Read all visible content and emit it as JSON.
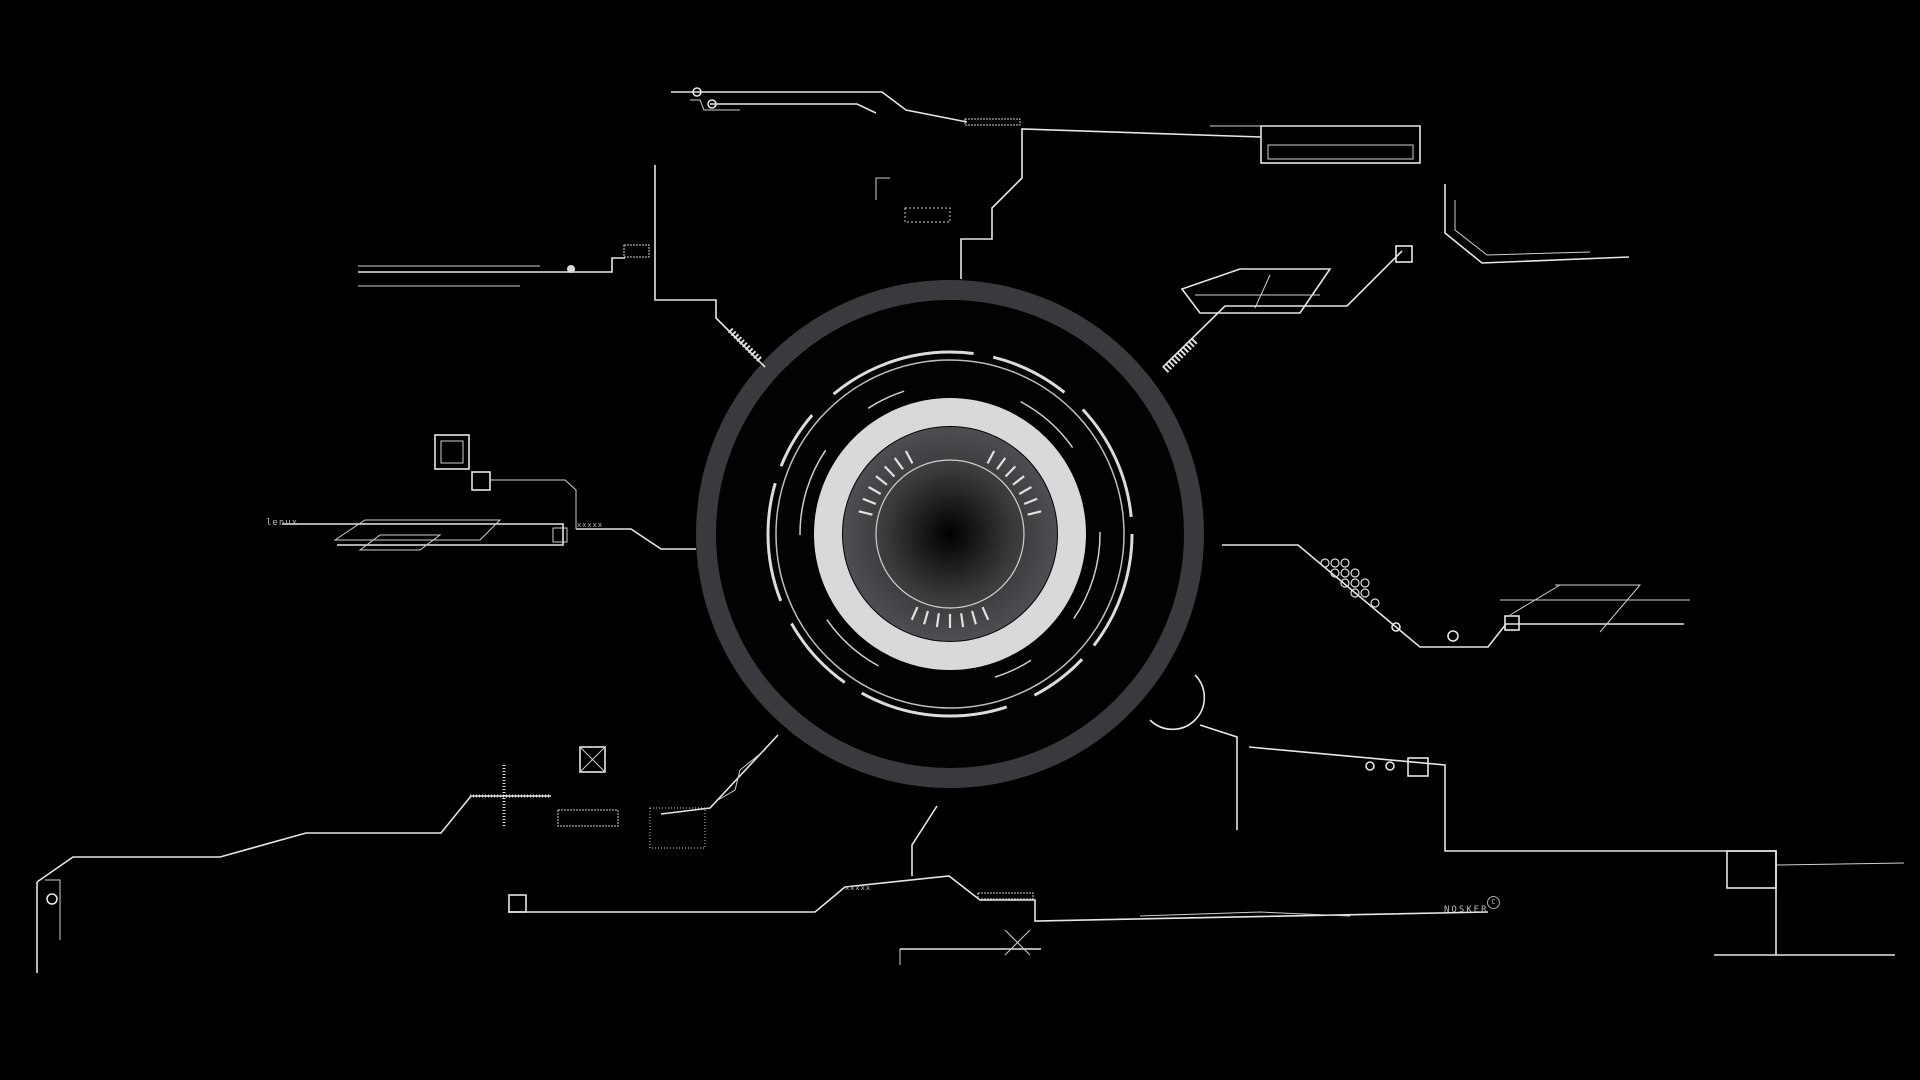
{
  "labels": {
    "signature": "NOSKER",
    "copyright_mark": "C",
    "left_tag": "lenux",
    "bottom_code": "xxxxx",
    "left_code": "xxxxx"
  },
  "colors": {
    "background": "#000000",
    "lines": "#e6e6e6",
    "outer_ring": "#3a3a3e",
    "inner_ring": "#d9d9dc",
    "core": "#4a4a4e"
  }
}
